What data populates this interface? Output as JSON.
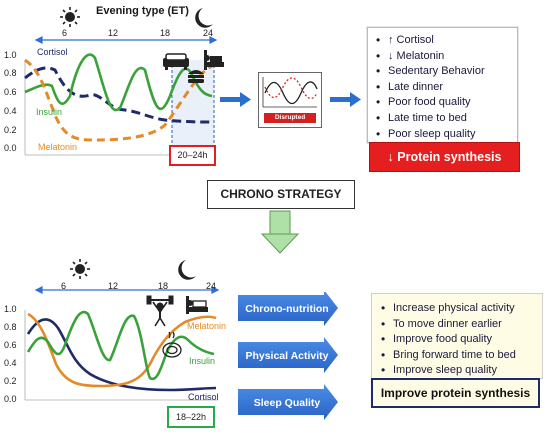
{
  "top_panel": {
    "title": "Evening type (ET)",
    "x_ticks": [
      "6",
      "12",
      "18",
      "24"
    ],
    "y_ticks": [
      "1.0",
      "0.8",
      "0.6",
      "0.4",
      "0.2",
      "0.0"
    ],
    "labels": {
      "cortisol": "Cortisol",
      "insulin": "Insulin",
      "melatonin": "Melatonin"
    },
    "window": "20–24h",
    "disrupted_label": "Disrupted"
  },
  "effects": {
    "items": [
      "↑ Cortisol",
      "↓ Melatonin",
      "Sedentary Behavior",
      "Late dinner",
      "Poor food quality",
      "Late time to bed",
      "Poor sleep quality"
    ],
    "outcome": "↓ Protein synthesis"
  },
  "strategy": {
    "label": "CHRONO STRATEGY"
  },
  "bottom_panel": {
    "x_ticks": [
      "6",
      "12",
      "18",
      "24"
    ],
    "y_ticks": [
      "1.0",
      "0.8",
      "0.6",
      "0.4",
      "0.2",
      "0.0"
    ],
    "labels": {
      "cortisol": "Cortisol",
      "insulin": "Insulin",
      "melatonin": "Melatonin"
    },
    "window": "18–22h"
  },
  "interventions": [
    "Chrono-nutrition",
    "Physical Activity",
    "Sleep Quality"
  ],
  "improvements": {
    "items": [
      "Increase physical activity",
      "To move dinner earlier",
      "Improve food quality",
      "Bring forward time to bed",
      "Improve sleep quality"
    ],
    "outcome": "Improve protein synthesis"
  },
  "colors": {
    "cortisol": "#1f2a6b",
    "insulin": "#3aa23a",
    "melatonin": "#e38b2a",
    "accent_red": "#e02020",
    "accent_green": "#2aa84a",
    "arrow_blue": "#2a6fd0",
    "timeline_blue": "#2e6fd6"
  },
  "icons": [
    "sun-icon",
    "moon-icon",
    "sofa-icon",
    "burger-icon",
    "bed-icon",
    "weightlifter-icon",
    "meal-icon"
  ]
}
